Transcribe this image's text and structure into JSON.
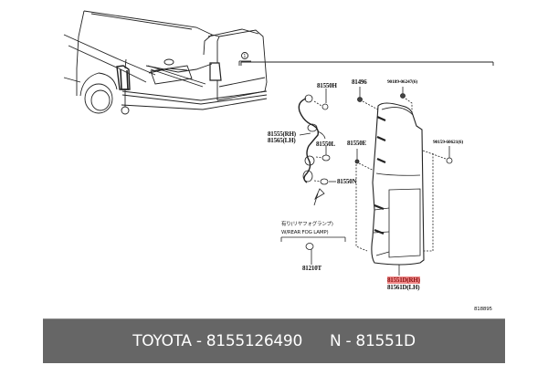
{
  "diagram": {
    "ref_marker": "1",
    "labels": {
      "p81550H": "81550H",
      "p81496": "81496",
      "p90189": "90189-06247(6)",
      "p81555": "81555(RH)",
      "p81565": "81565(LH)",
      "p81550L": "81550L",
      "p81550E": "81550E",
      "p90159": "90159-60621(6)",
      "p81550N": "81550N",
      "fog_jp": "有り(リヤフォグランプ)",
      "fog_en": "W/REAR FOG LAMP)",
      "p81210T": "81210T",
      "p81551D": "81551D(RH)",
      "p81561D": "81561D(LH)",
      "diagram_id": "818895"
    },
    "highlight_color": "#f08a8a"
  },
  "footer": {
    "brand_part": "TOYOTA - 8155126490",
    "alt_part": "N - 81551D",
    "background": "#666666"
  }
}
